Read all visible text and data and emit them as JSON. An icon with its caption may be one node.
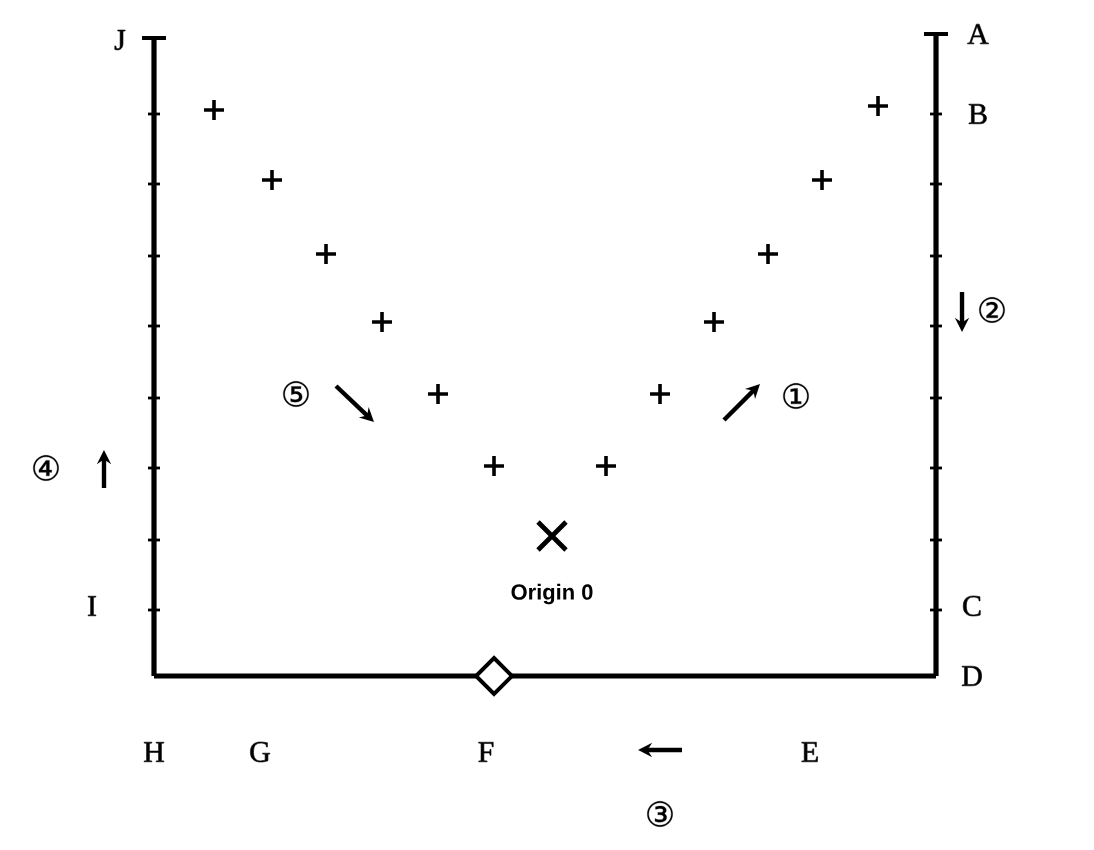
{
  "diagram": {
    "labels": [
      "J",
      "A",
      "B",
      "②",
      "⑤",
      "①",
      "④",
      "I",
      "C",
      "Origin 0",
      "D",
      "H",
      "G",
      "F",
      "E",
      "③"
    ]
  }
}
